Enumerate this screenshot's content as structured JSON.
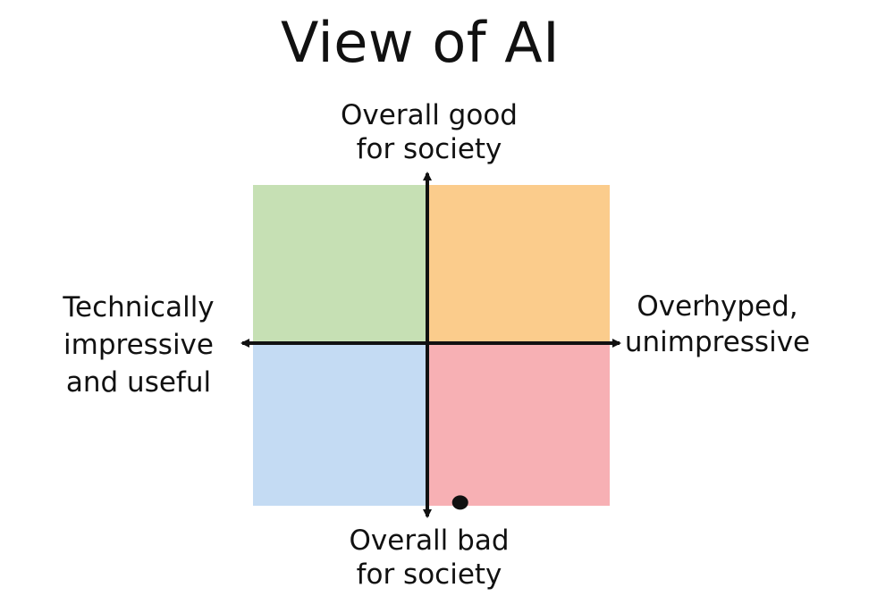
{
  "title": "View of AI",
  "axes": {
    "top": [
      "Overall good",
      "for society"
    ],
    "bottom": [
      "Overall bad",
      "for society"
    ],
    "left": [
      "Technically",
      "impressive",
      "and useful"
    ],
    "right": [
      "Overhyped,",
      "unimpressive"
    ]
  },
  "quadrants": {
    "top_left": {
      "color": "#c6e0b4"
    },
    "top_right": {
      "color": "#fbcc8c"
    },
    "bottom_left": {
      "color": "#c4dbf3"
    },
    "bottom_right": {
      "color": "#f7b0b4"
    }
  },
  "marker": {
    "horizontal": 0.18,
    "vertical": -0.98
  }
}
